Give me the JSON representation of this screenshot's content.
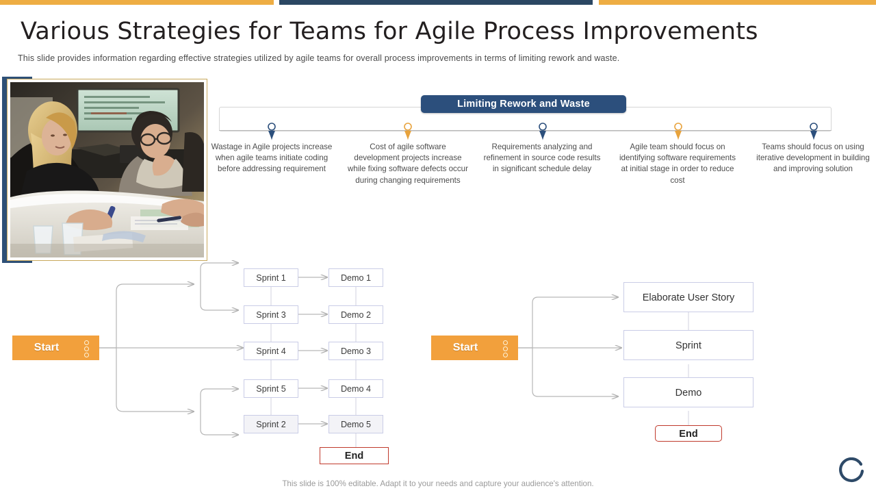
{
  "topbar": {
    "left_color": "#eead43",
    "middle_color": "#2b4763",
    "right_color": "#eead43"
  },
  "header": {
    "title": "Various Strategies for Teams for Agile Process Improvements",
    "subtitle": "This slide provides  information regarding  effective  strategies utilized by agile teams for overall  process improvements  in terms of limiting rework  and waste."
  },
  "photo": {
    "alt": "Three colleagues reviewing documents around a meeting table",
    "frame_color": "#c8a85b",
    "accent_color": "#2e5077"
  },
  "timeline": {
    "banner": "Limiting Rework and Waste",
    "banner_color": "#2c4f7c",
    "markers": [
      {
        "color": "#2c4f7c"
      },
      {
        "color": "#e8a33d"
      },
      {
        "color": "#2c4f7c"
      },
      {
        "color": "#e8a33d"
      },
      {
        "color": "#2c4f7c"
      }
    ],
    "columns": [
      "Wastage in Agile projects increase when agile teams initiate coding before addressing requirement",
      "Cost of agile software development  projects increase while fixing software defects occur during changing requirements",
      "Requirements  analyzing and refinement  in source code results in significant schedule delay",
      "Agile team should focus on identifying software  requirements at initial stage in order to reduce cost",
      "Teams should focus on using iterative development  in building and improving  solution"
    ]
  },
  "flow_left": {
    "start_label": "Start",
    "start_color": "#f2a03c",
    "sprints": [
      "Sprint 1",
      "Sprint 3",
      "Sprint 4",
      "Sprint 5",
      "Sprint 2"
    ],
    "demos": [
      "Demo 1",
      "Demo 2",
      "Demo 3",
      "Demo 4",
      "Demo 5"
    ],
    "end_label": "End",
    "end_color": "#c0392b"
  },
  "flow_right": {
    "start_label": "Start",
    "start_color": "#f2a03c",
    "nodes": [
      "Elaborate User Story",
      "Sprint",
      "Demo"
    ],
    "end_label": "End",
    "end_color": "#c0392b"
  },
  "footer": {
    "note": "This slide is 100% editable. Adapt it to your needs and capture your audience's attention."
  }
}
